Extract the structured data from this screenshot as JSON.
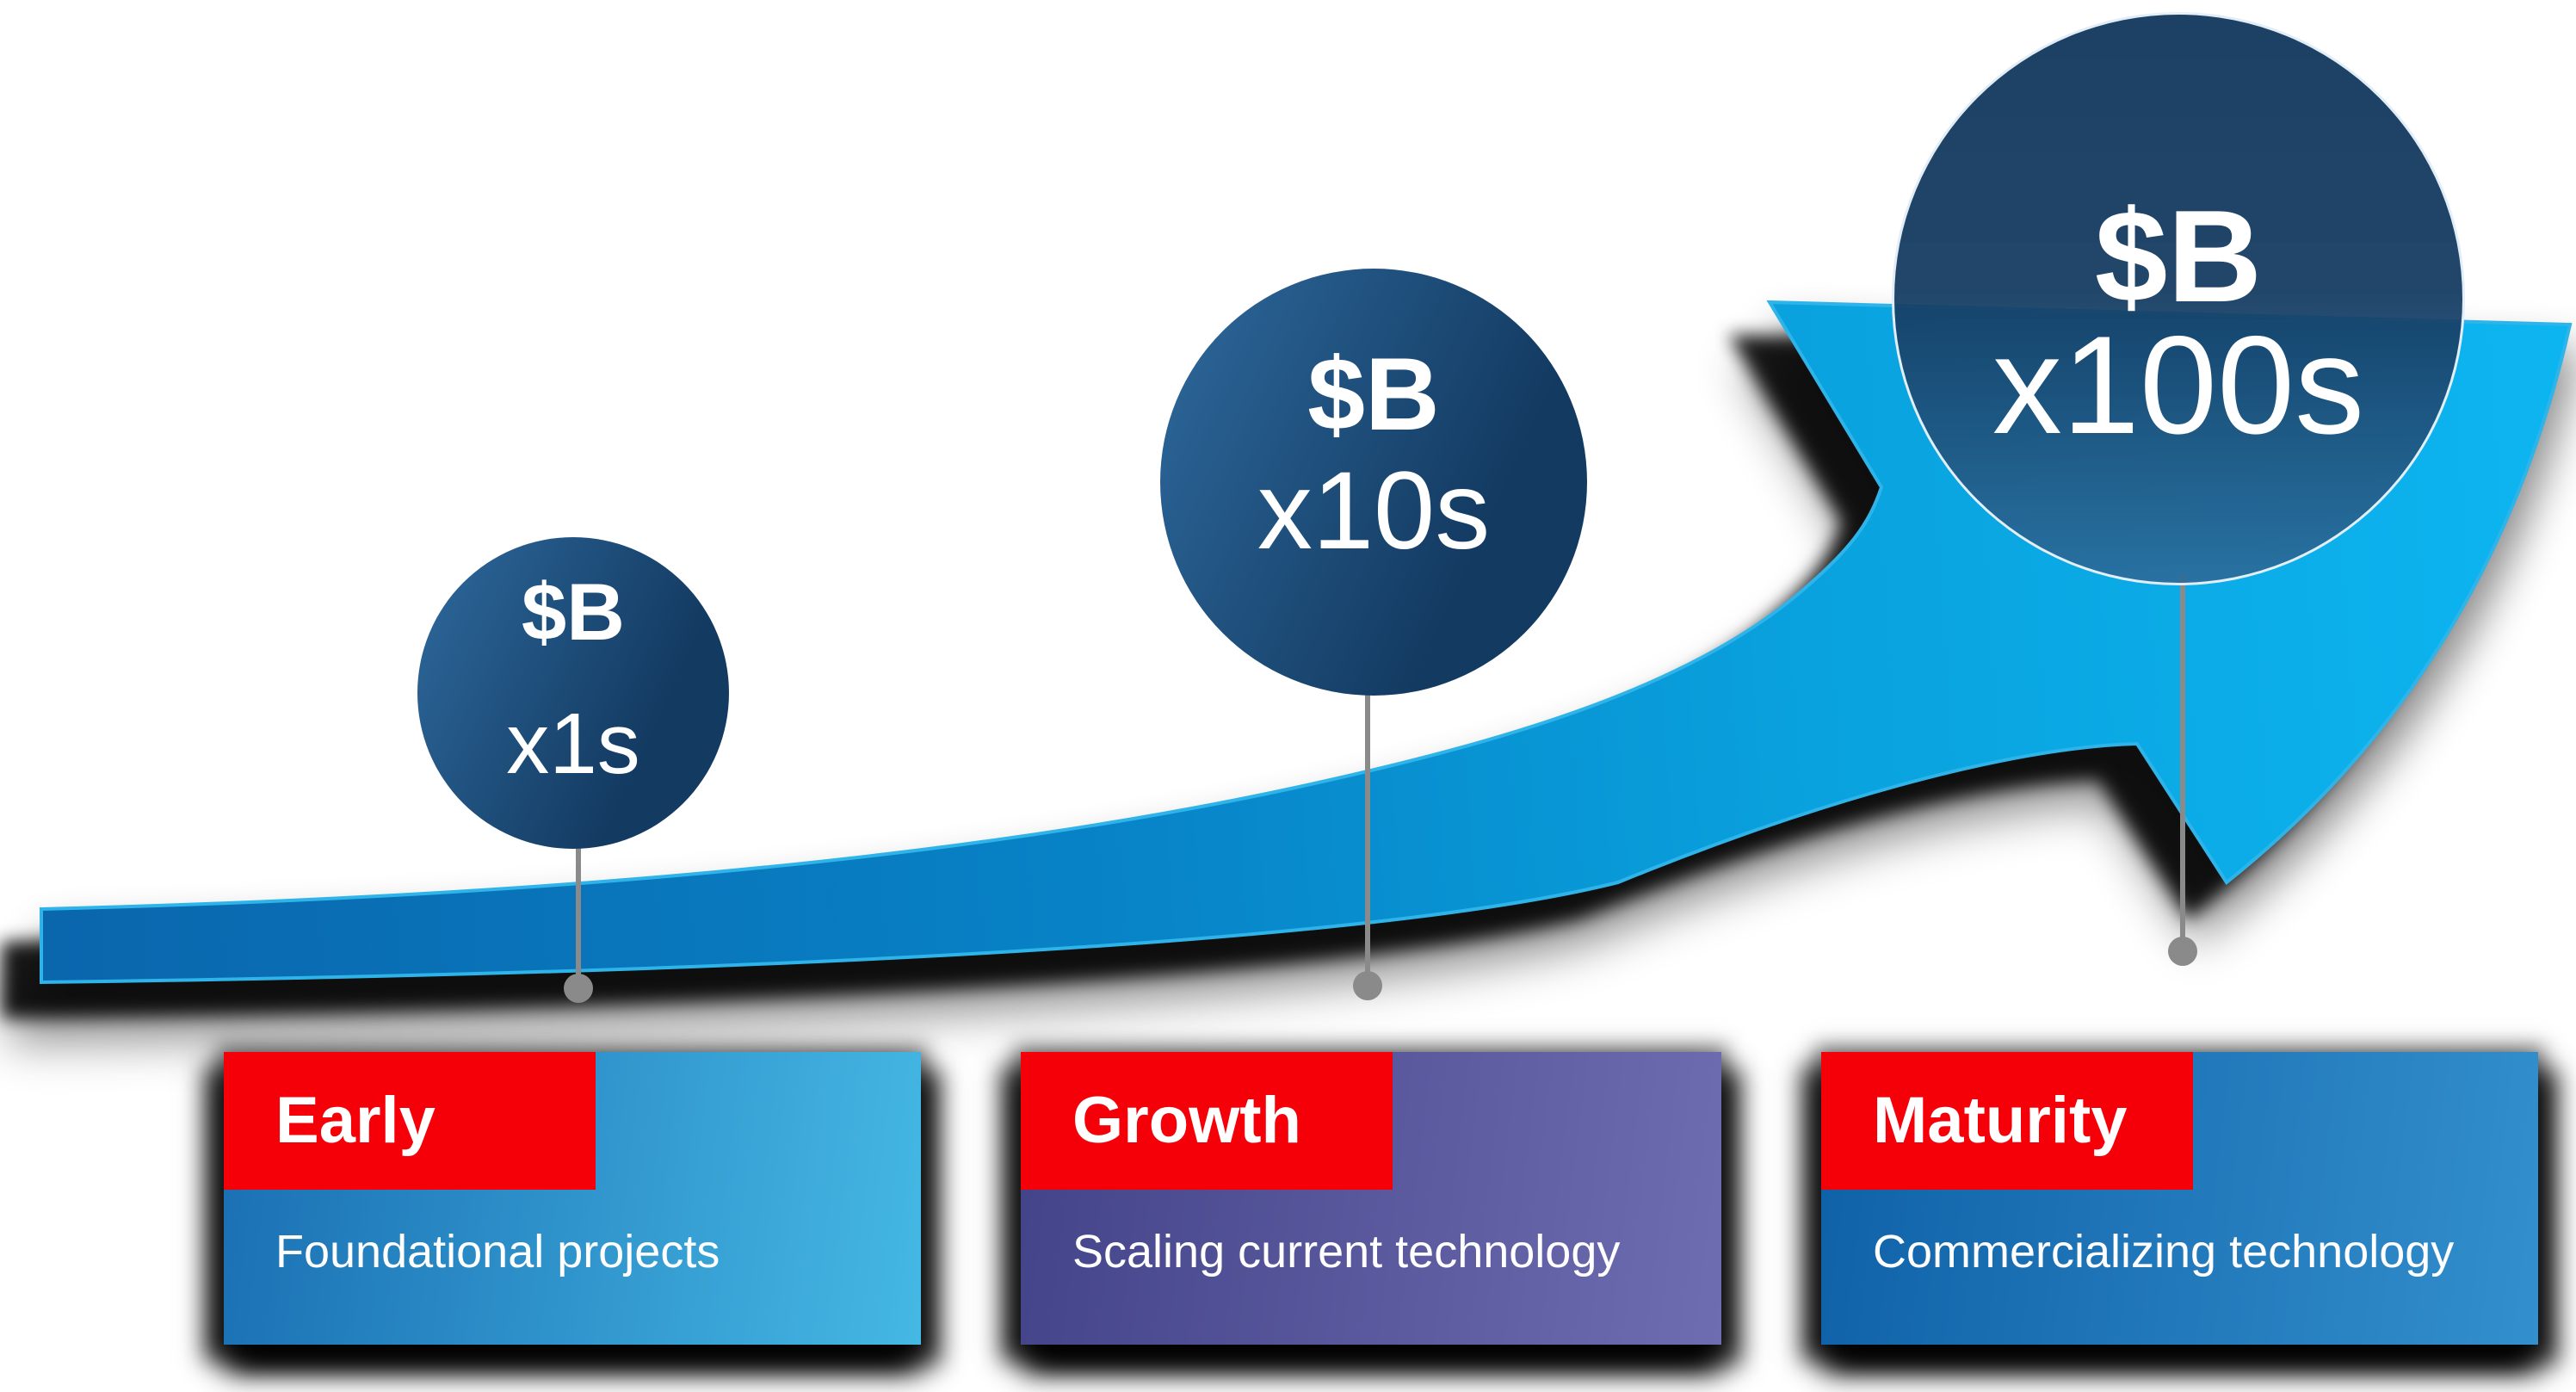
{
  "stages": [
    {
      "name": "early",
      "circle": {
        "value": "$B",
        "scale": "x1s"
      },
      "box": {
        "label": "Early",
        "description": "Foundational projects"
      }
    },
    {
      "name": "growth",
      "circle": {
        "value": "$B",
        "scale": "x10s"
      },
      "box": {
        "label": "Growth",
        "description": "Scaling current technology"
      }
    },
    {
      "name": "maturity",
      "circle": {
        "value": "$B",
        "scale": "x100s"
      },
      "box": {
        "label": "Maturity",
        "description": "Commercializing technology"
      }
    }
  ],
  "colors": {
    "background": "#ffffff",
    "text_white": "#ffffff",
    "label_red": "#f50008",
    "connector_gray": "#8a8a8a",
    "arrow_edge": "#2fb4ea",
    "arrow_gradient": [
      "#0a66ad",
      "#0883c7",
      "#09a2de",
      "#0db5f0"
    ],
    "circle_gradient": [
      "#2e6a9e",
      "#133a61"
    ],
    "box_early_gradient": [
      "#1a6fb3",
      "#45b8e4"
    ],
    "box_growth_gradient": [
      "#434389",
      "#6f6db1"
    ],
    "box_maturity_gradient": [
      "#0f61a7",
      "#338fcd"
    ]
  }
}
